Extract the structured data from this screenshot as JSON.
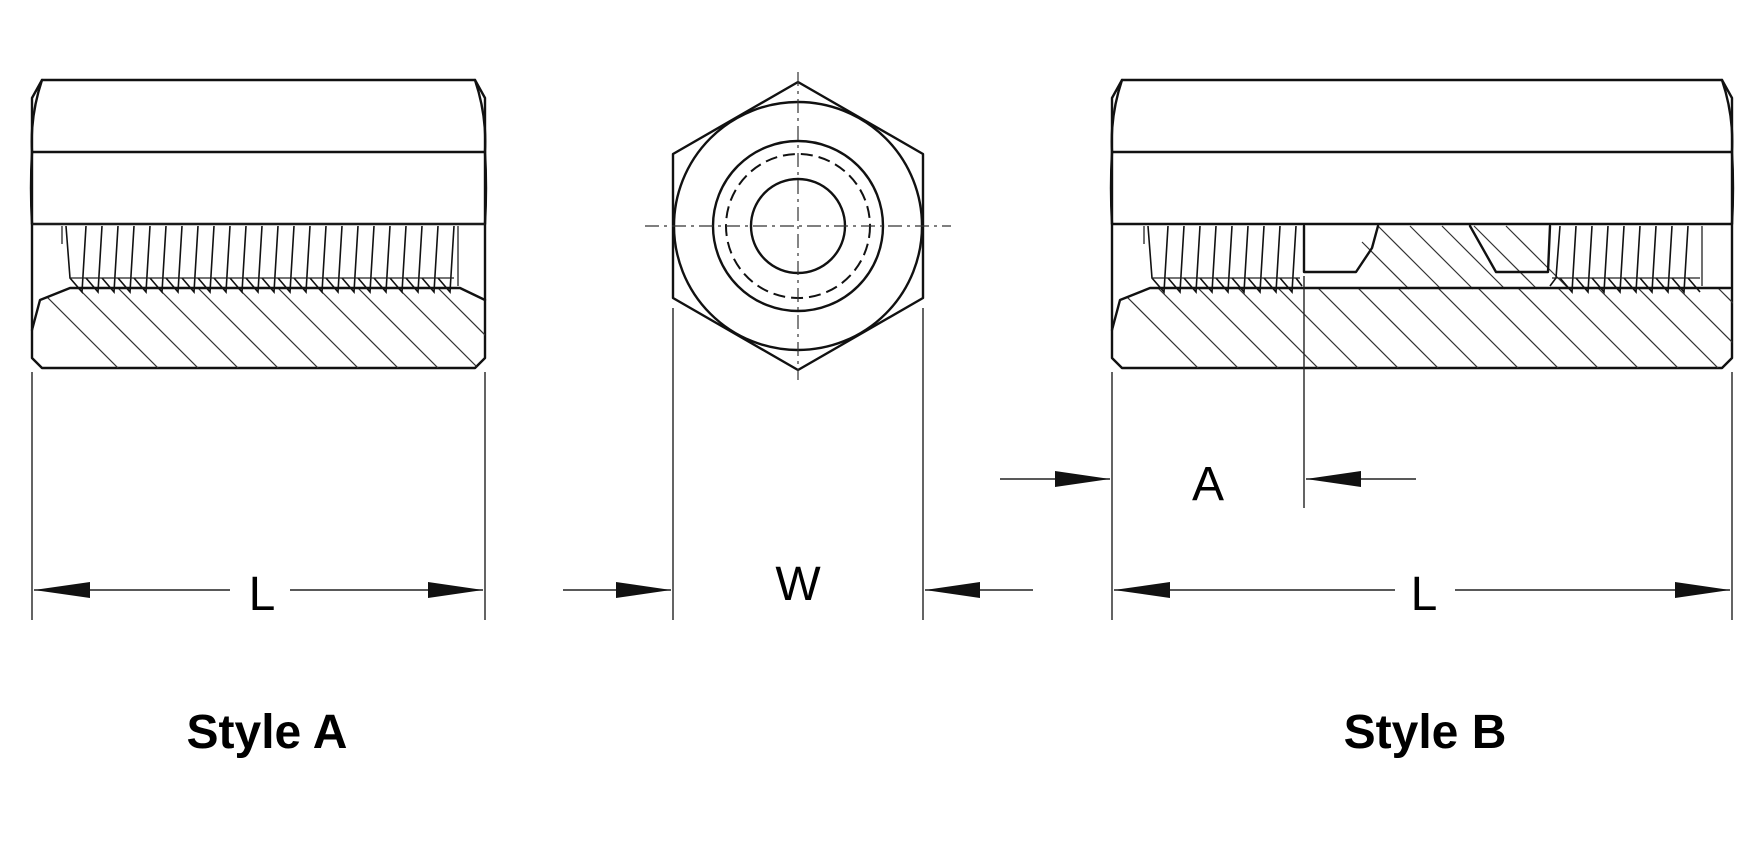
{
  "labels": {
    "length_left": "L",
    "width": "W",
    "thread_depth": "A",
    "length_right": "L",
    "style_a_caption": "Style A",
    "style_b_caption": "Style B"
  },
  "icons": {
    "style_a_view": "hex-standoff-threaded-through-section",
    "end_view": "hex-end-view",
    "style_b_view": "hex-standoff-blind-thread-section"
  },
  "colors": {
    "line": "#111111",
    "background": "#ffffff"
  }
}
